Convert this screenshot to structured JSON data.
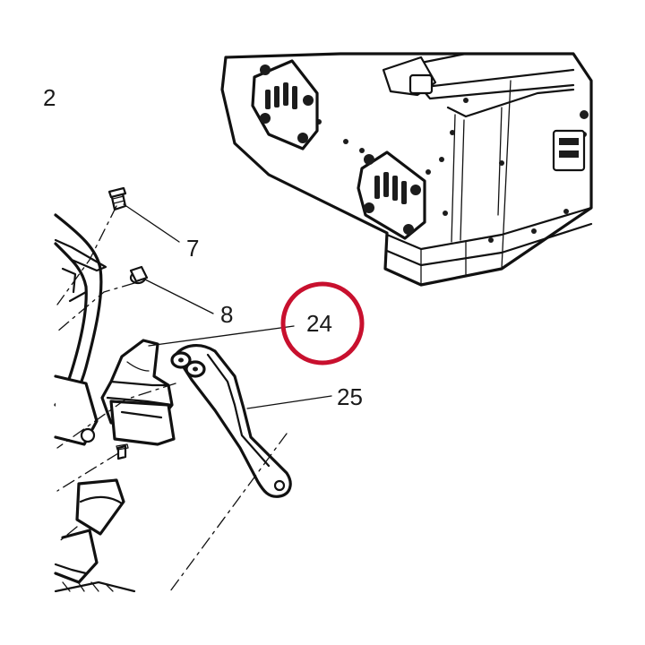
{
  "callouts": {
    "part_7": "7",
    "part_8": "8",
    "part_24": "24",
    "part_25": "25",
    "edge_fragment": "2"
  },
  "highlight": {
    "target_part": "24",
    "color": "#c8102e"
  }
}
